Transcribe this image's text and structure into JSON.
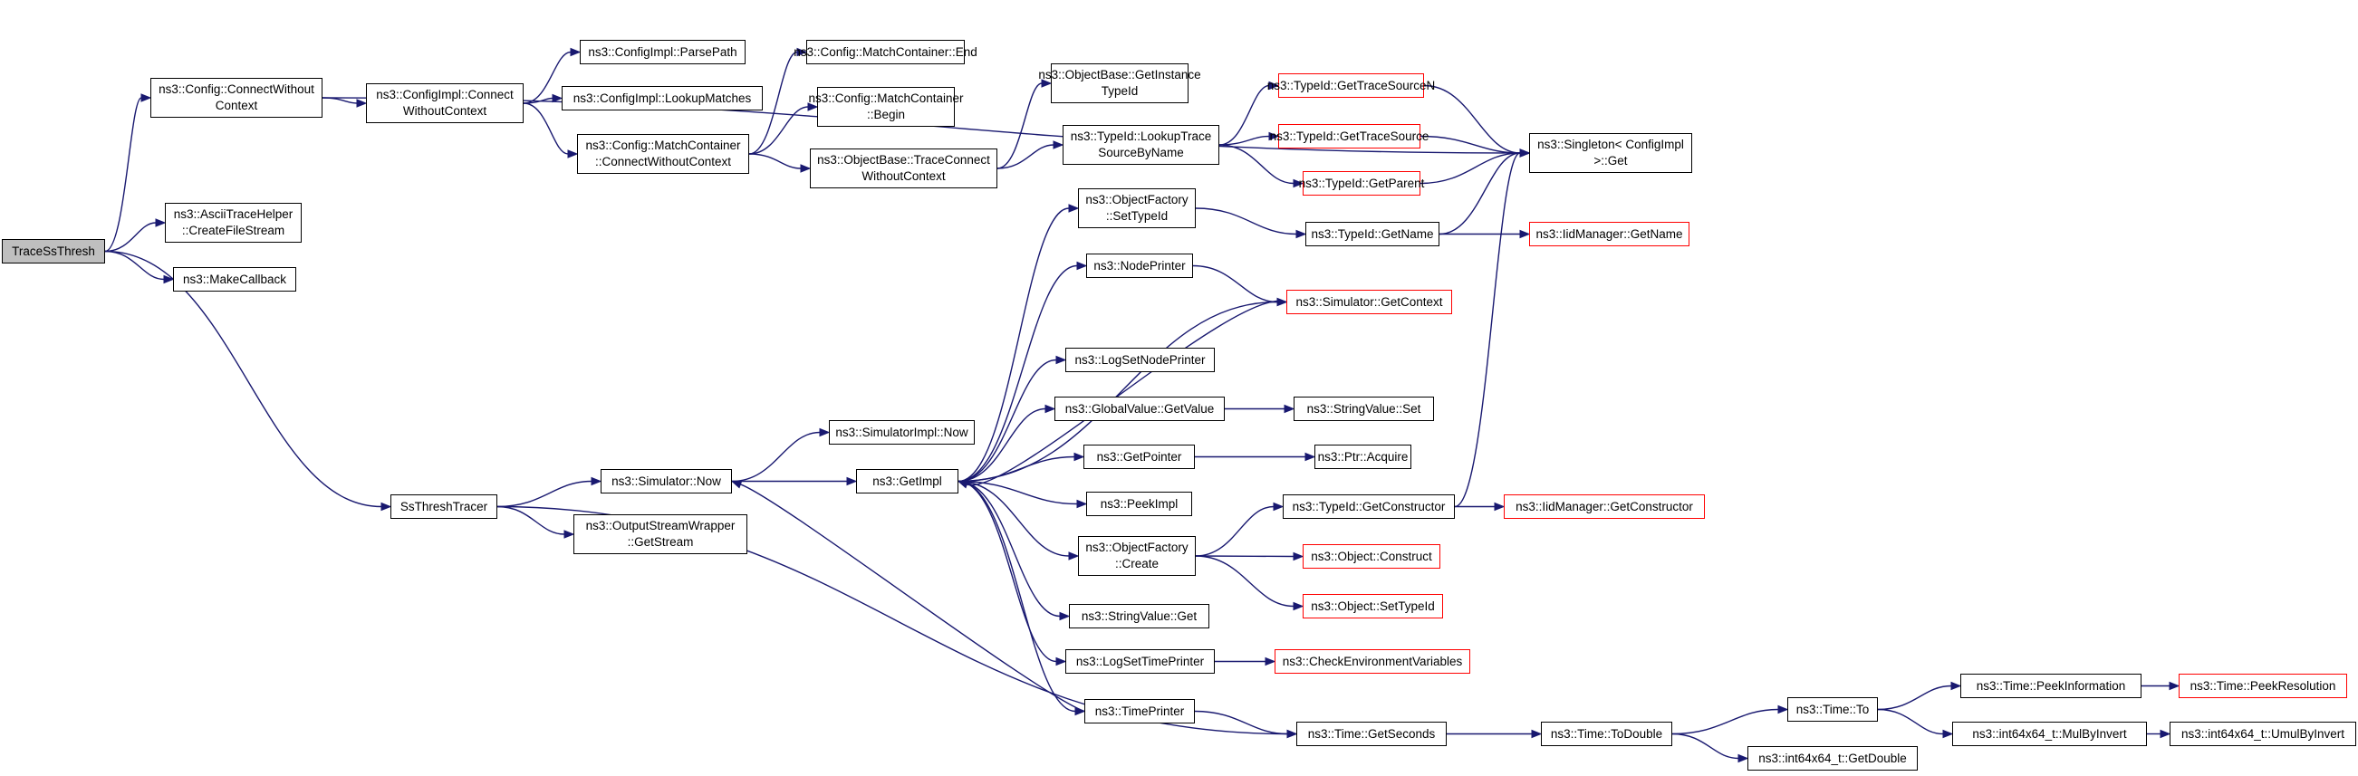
{
  "graph": {
    "root": "TraceSsThresh",
    "colors": {
      "edge": "#191970",
      "node_border": "#000000",
      "external_border": "#ff0000",
      "root_fill": "#bfbfbf"
    },
    "nodes": [
      {
        "id": "trace",
        "label": "TraceSsThresh",
        "style": "root"
      },
      {
        "id": "cwc",
        "label": "ns3::Config::ConnectWithout\nContext",
        "style": "normal"
      },
      {
        "id": "ath",
        "label": "ns3::AsciiTraceHelper\n::CreateFileStream",
        "style": "normal"
      },
      {
        "id": "mcb",
        "label": "ns3::MakeCallback",
        "style": "normal"
      },
      {
        "id": "sst",
        "label": "SsThreshTracer",
        "style": "normal"
      },
      {
        "id": "ciconnect",
        "label": "ns3::ConfigImpl::Connect\nWithoutContext",
        "style": "normal"
      },
      {
        "id": "ciparse",
        "label": "ns3::ConfigImpl::ParsePath",
        "style": "normal"
      },
      {
        "id": "cilookup",
        "label": "ns3::ConfigImpl::LookupMatches",
        "style": "normal"
      },
      {
        "id": "mccwc",
        "label": "ns3::Config::MatchContainer\n::ConnectWithoutContext",
        "style": "normal"
      },
      {
        "id": "mcend",
        "label": "ns3::Config::MatchContainer::End",
        "style": "normal"
      },
      {
        "id": "mcbegin",
        "label": "ns3::Config::MatchContainer\n::Begin",
        "style": "normal"
      },
      {
        "id": "obtc",
        "label": "ns3::ObjectBase::TraceConnect\nWithoutContext",
        "style": "normal"
      },
      {
        "id": "obgit",
        "label": "ns3::ObjectBase::GetInstance\nTypeId",
        "style": "normal"
      },
      {
        "id": "tilookup",
        "label": "ns3::TypeId::LookupTrace\nSourceByName",
        "style": "normal"
      },
      {
        "id": "tigtsn",
        "label": "ns3::TypeId::GetTraceSourceN",
        "style": "external"
      },
      {
        "id": "tigts",
        "label": "ns3::TypeId::GetTraceSource",
        "style": "external"
      },
      {
        "id": "tigp",
        "label": "ns3::TypeId::GetParent",
        "style": "external"
      },
      {
        "id": "singleton",
        "label": "ns3::Singleton< ConfigImpl\n >::Get",
        "style": "normal"
      },
      {
        "id": "ofsti",
        "label": "ns3::ObjectFactory\n::SetTypeId",
        "style": "normal"
      },
      {
        "id": "tigetname",
        "label": "ns3::TypeId::GetName",
        "style": "normal"
      },
      {
        "id": "iidgetname",
        "label": "ns3::IidManager::GetName",
        "style": "external"
      },
      {
        "id": "nodeprinter",
        "label": "ns3::NodePrinter",
        "style": "normal"
      },
      {
        "id": "simgetctx",
        "label": "ns3::Simulator::GetContext",
        "style": "external"
      },
      {
        "id": "logsetnp",
        "label": "ns3::LogSetNodePrinter",
        "style": "normal"
      },
      {
        "id": "gvgetvalue",
        "label": "ns3::GlobalValue::GetValue",
        "style": "normal"
      },
      {
        "id": "svset",
        "label": "ns3::StringValue::Set",
        "style": "normal"
      },
      {
        "id": "getpointer",
        "label": "ns3::GetPointer",
        "style": "normal"
      },
      {
        "id": "ptracquire",
        "label": "ns3::Ptr::Acquire",
        "style": "normal"
      },
      {
        "id": "peekimpl",
        "label": "ns3::PeekImpl",
        "style": "normal"
      },
      {
        "id": "ticonstructor",
        "label": "ns3::TypeId::GetConstructor",
        "style": "normal"
      },
      {
        "id": "iidconstructor",
        "label": "ns3::IidManager::GetConstructor",
        "style": "external"
      },
      {
        "id": "ofcreate",
        "label": "ns3::ObjectFactory\n::Create",
        "style": "normal"
      },
      {
        "id": "objconstruct",
        "label": "ns3::Object::Construct",
        "style": "external"
      },
      {
        "id": "objsettypeid",
        "label": "ns3::Object::SetTypeId",
        "style": "external"
      },
      {
        "id": "svget",
        "label": "ns3::StringValue::Get",
        "style": "normal"
      },
      {
        "id": "logsettp",
        "label": "ns3::LogSetTimePrinter",
        "style": "normal"
      },
      {
        "id": "checkenv",
        "label": "ns3::CheckEnvironmentVariables",
        "style": "external"
      },
      {
        "id": "timeprinter",
        "label": "ns3::TimePrinter",
        "style": "normal"
      },
      {
        "id": "simimplnow",
        "label": "ns3::SimulatorImpl::Now",
        "style": "normal"
      },
      {
        "id": "simnow",
        "label": "ns3::Simulator::Now",
        "style": "normal"
      },
      {
        "id": "getimpl",
        "label": "ns3::GetImpl",
        "style": "normal"
      },
      {
        "id": "oswgs",
        "label": "ns3::OutputStreamWrapper\n::GetStream",
        "style": "normal"
      },
      {
        "id": "timegetsec",
        "label": "ns3::Time::GetSeconds",
        "style": "normal"
      },
      {
        "id": "timetodouble",
        "label": "ns3::Time::ToDouble",
        "style": "normal"
      },
      {
        "id": "timeto",
        "label": "ns3::Time::To",
        "style": "normal"
      },
      {
        "id": "i64getdouble",
        "label": "ns3::int64x64_t::GetDouble",
        "style": "normal"
      },
      {
        "id": "timepeekinfo",
        "label": "ns3::Time::PeekInformation",
        "style": "normal"
      },
      {
        "id": "timepeekres",
        "label": "ns3::Time::PeekResolution",
        "style": "external"
      },
      {
        "id": "mulbyinvert",
        "label": "ns3::int64x64_t::MulByInvert",
        "style": "normal"
      },
      {
        "id": "umulbyinvert",
        "label": "ns3::int64x64_t::UmulByInvert",
        "style": "normal"
      }
    ],
    "edges": [
      [
        "trace",
        "cwc"
      ],
      [
        "trace",
        "ath"
      ],
      [
        "trace",
        "mcb"
      ],
      [
        "trace",
        "sst"
      ],
      [
        "cwc",
        "ciconnect"
      ],
      [
        "cwc",
        "singleton"
      ],
      [
        "ciconnect",
        "ciparse"
      ],
      [
        "ciconnect",
        "cilookup"
      ],
      [
        "ciconnect",
        "mccwc"
      ],
      [
        "mccwc",
        "mcend"
      ],
      [
        "mccwc",
        "mcbegin"
      ],
      [
        "mccwc",
        "obtc"
      ],
      [
        "obtc",
        "obgit"
      ],
      [
        "obtc",
        "tilookup"
      ],
      [
        "tilookup",
        "tigtsn"
      ],
      [
        "tilookup",
        "tigts"
      ],
      [
        "tilookup",
        "tigp"
      ],
      [
        "tigtsn",
        "singleton"
      ],
      [
        "tigts",
        "singleton"
      ],
      [
        "tigp",
        "singleton"
      ],
      [
        "sst",
        "simnow"
      ],
      [
        "sst",
        "oswgs"
      ],
      [
        "sst",
        "timegetsec"
      ],
      [
        "simnow",
        "simimplnow"
      ],
      [
        "simnow",
        "getimpl"
      ],
      [
        "getimpl",
        "ofsti"
      ],
      [
        "getimpl",
        "nodeprinter"
      ],
      [
        "getimpl",
        "simgetctx"
      ],
      [
        "getimpl",
        "logsetnp"
      ],
      [
        "getimpl",
        "gvgetvalue"
      ],
      [
        "getimpl",
        "getpointer"
      ],
      [
        "getimpl",
        "peekimpl"
      ],
      [
        "getimpl",
        "ofcreate"
      ],
      [
        "getimpl",
        "svget"
      ],
      [
        "getimpl",
        "logsettp"
      ],
      [
        "getimpl",
        "timeprinter"
      ],
      [
        "ofsti",
        "tigetname"
      ],
      [
        "tigetname",
        "iidgetname"
      ],
      [
        "tigetname",
        "singleton"
      ],
      [
        "nodeprinter",
        "simgetctx"
      ],
      [
        "simgetctx",
        "getimpl"
      ],
      [
        "gvgetvalue",
        "svset"
      ],
      [
        "getpointer",
        "ptracquire"
      ],
      [
        "ofcreate",
        "ticonstructor"
      ],
      [
        "ofcreate",
        "objconstruct"
      ],
      [
        "ofcreate",
        "objsettypeid"
      ],
      [
        "ticonstructor",
        "iidconstructor"
      ],
      [
        "ticonstructor",
        "singleton"
      ],
      [
        "logsettp",
        "checkenv"
      ],
      [
        "timeprinter",
        "simnow"
      ],
      [
        "timeprinter",
        "timegetsec"
      ],
      [
        "timegetsec",
        "timetodouble"
      ],
      [
        "timetodouble",
        "timeto"
      ],
      [
        "timetodouble",
        "i64getdouble"
      ],
      [
        "timeto",
        "timepeekinfo"
      ],
      [
        "timeto",
        "mulbyinvert"
      ],
      [
        "timepeekinfo",
        "timepeekres"
      ],
      [
        "mulbyinvert",
        "umulbyinvert"
      ]
    ]
  }
}
